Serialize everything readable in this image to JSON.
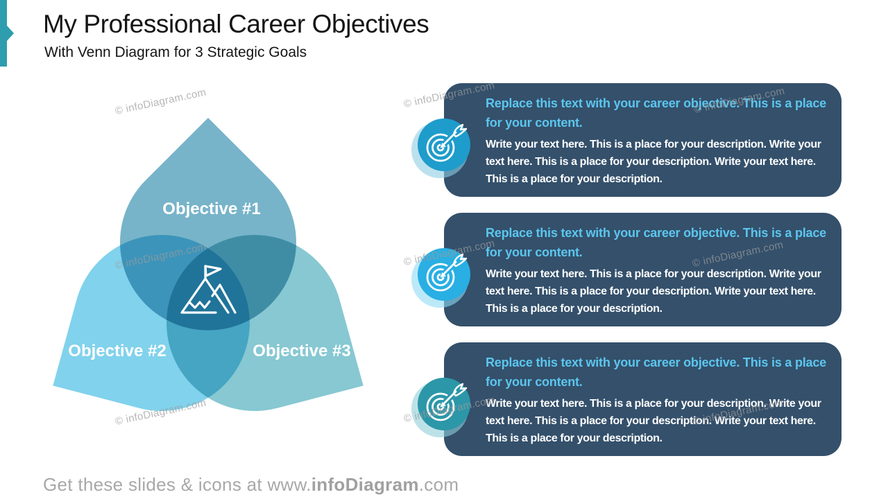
{
  "slide": {
    "title": "My Professional Career Objectives",
    "subtitle": "With Venn Diagram for 3 Strategic Goals"
  },
  "colors": {
    "accent_teal": "#2E9DAE",
    "card_background": "#34506B",
    "card_heading_blue": "#5CC6EE",
    "card_body_text": "#FFFFFF",
    "venn_label_text": "#FFFFFF",
    "watermark_gray": "#9B9B9B",
    "footer_gray": "#A8A8A8"
  },
  "venn": {
    "petals": [
      {
        "label": "Objective #1",
        "color": "#77B4C9"
      },
      {
        "label": "Objective #2",
        "color": "#81D2EC"
      },
      {
        "label": "Objective #3",
        "color": "#87C8D2"
      }
    ],
    "center_icon": "mountain-flag-icon"
  },
  "cards": [
    {
      "icon": "target-arrow-icon",
      "icon_color": "#1E9CCB",
      "halo_color": "#8ECDE4",
      "heading": "Replace this text with your career objective. This is a place for your content.",
      "body": "Write your text here. This is a place for your description. Write your text here. This is a place for your description. Write your text here. This is a place for your description."
    },
    {
      "icon": "target-arrow-icon",
      "icon_color": "#29AFE3",
      "halo_color": "#90DBF4",
      "heading": "Replace this text with your career objective. This is a place for your content.",
      "body": "Write your text here. This is a place for your description. Write your text here. This is a place for your description. Write your text here. This is a place for your description."
    },
    {
      "icon": "target-arrow-icon",
      "icon_color": "#2C97A8",
      "halo_color": "#8FCFD8",
      "heading": "Replace this text with your career objective. This is a place for your content.",
      "body": "Write your text here. This is a place for your description. Write your text here. This is a place for your description. Write your text here. This is a place for your description."
    }
  ],
  "watermark": {
    "text": "© infoDiagram.com"
  },
  "footer": {
    "prefix": "Get these slides & icons at www.",
    "brand": "infoDiagram",
    "suffix": ".com"
  }
}
